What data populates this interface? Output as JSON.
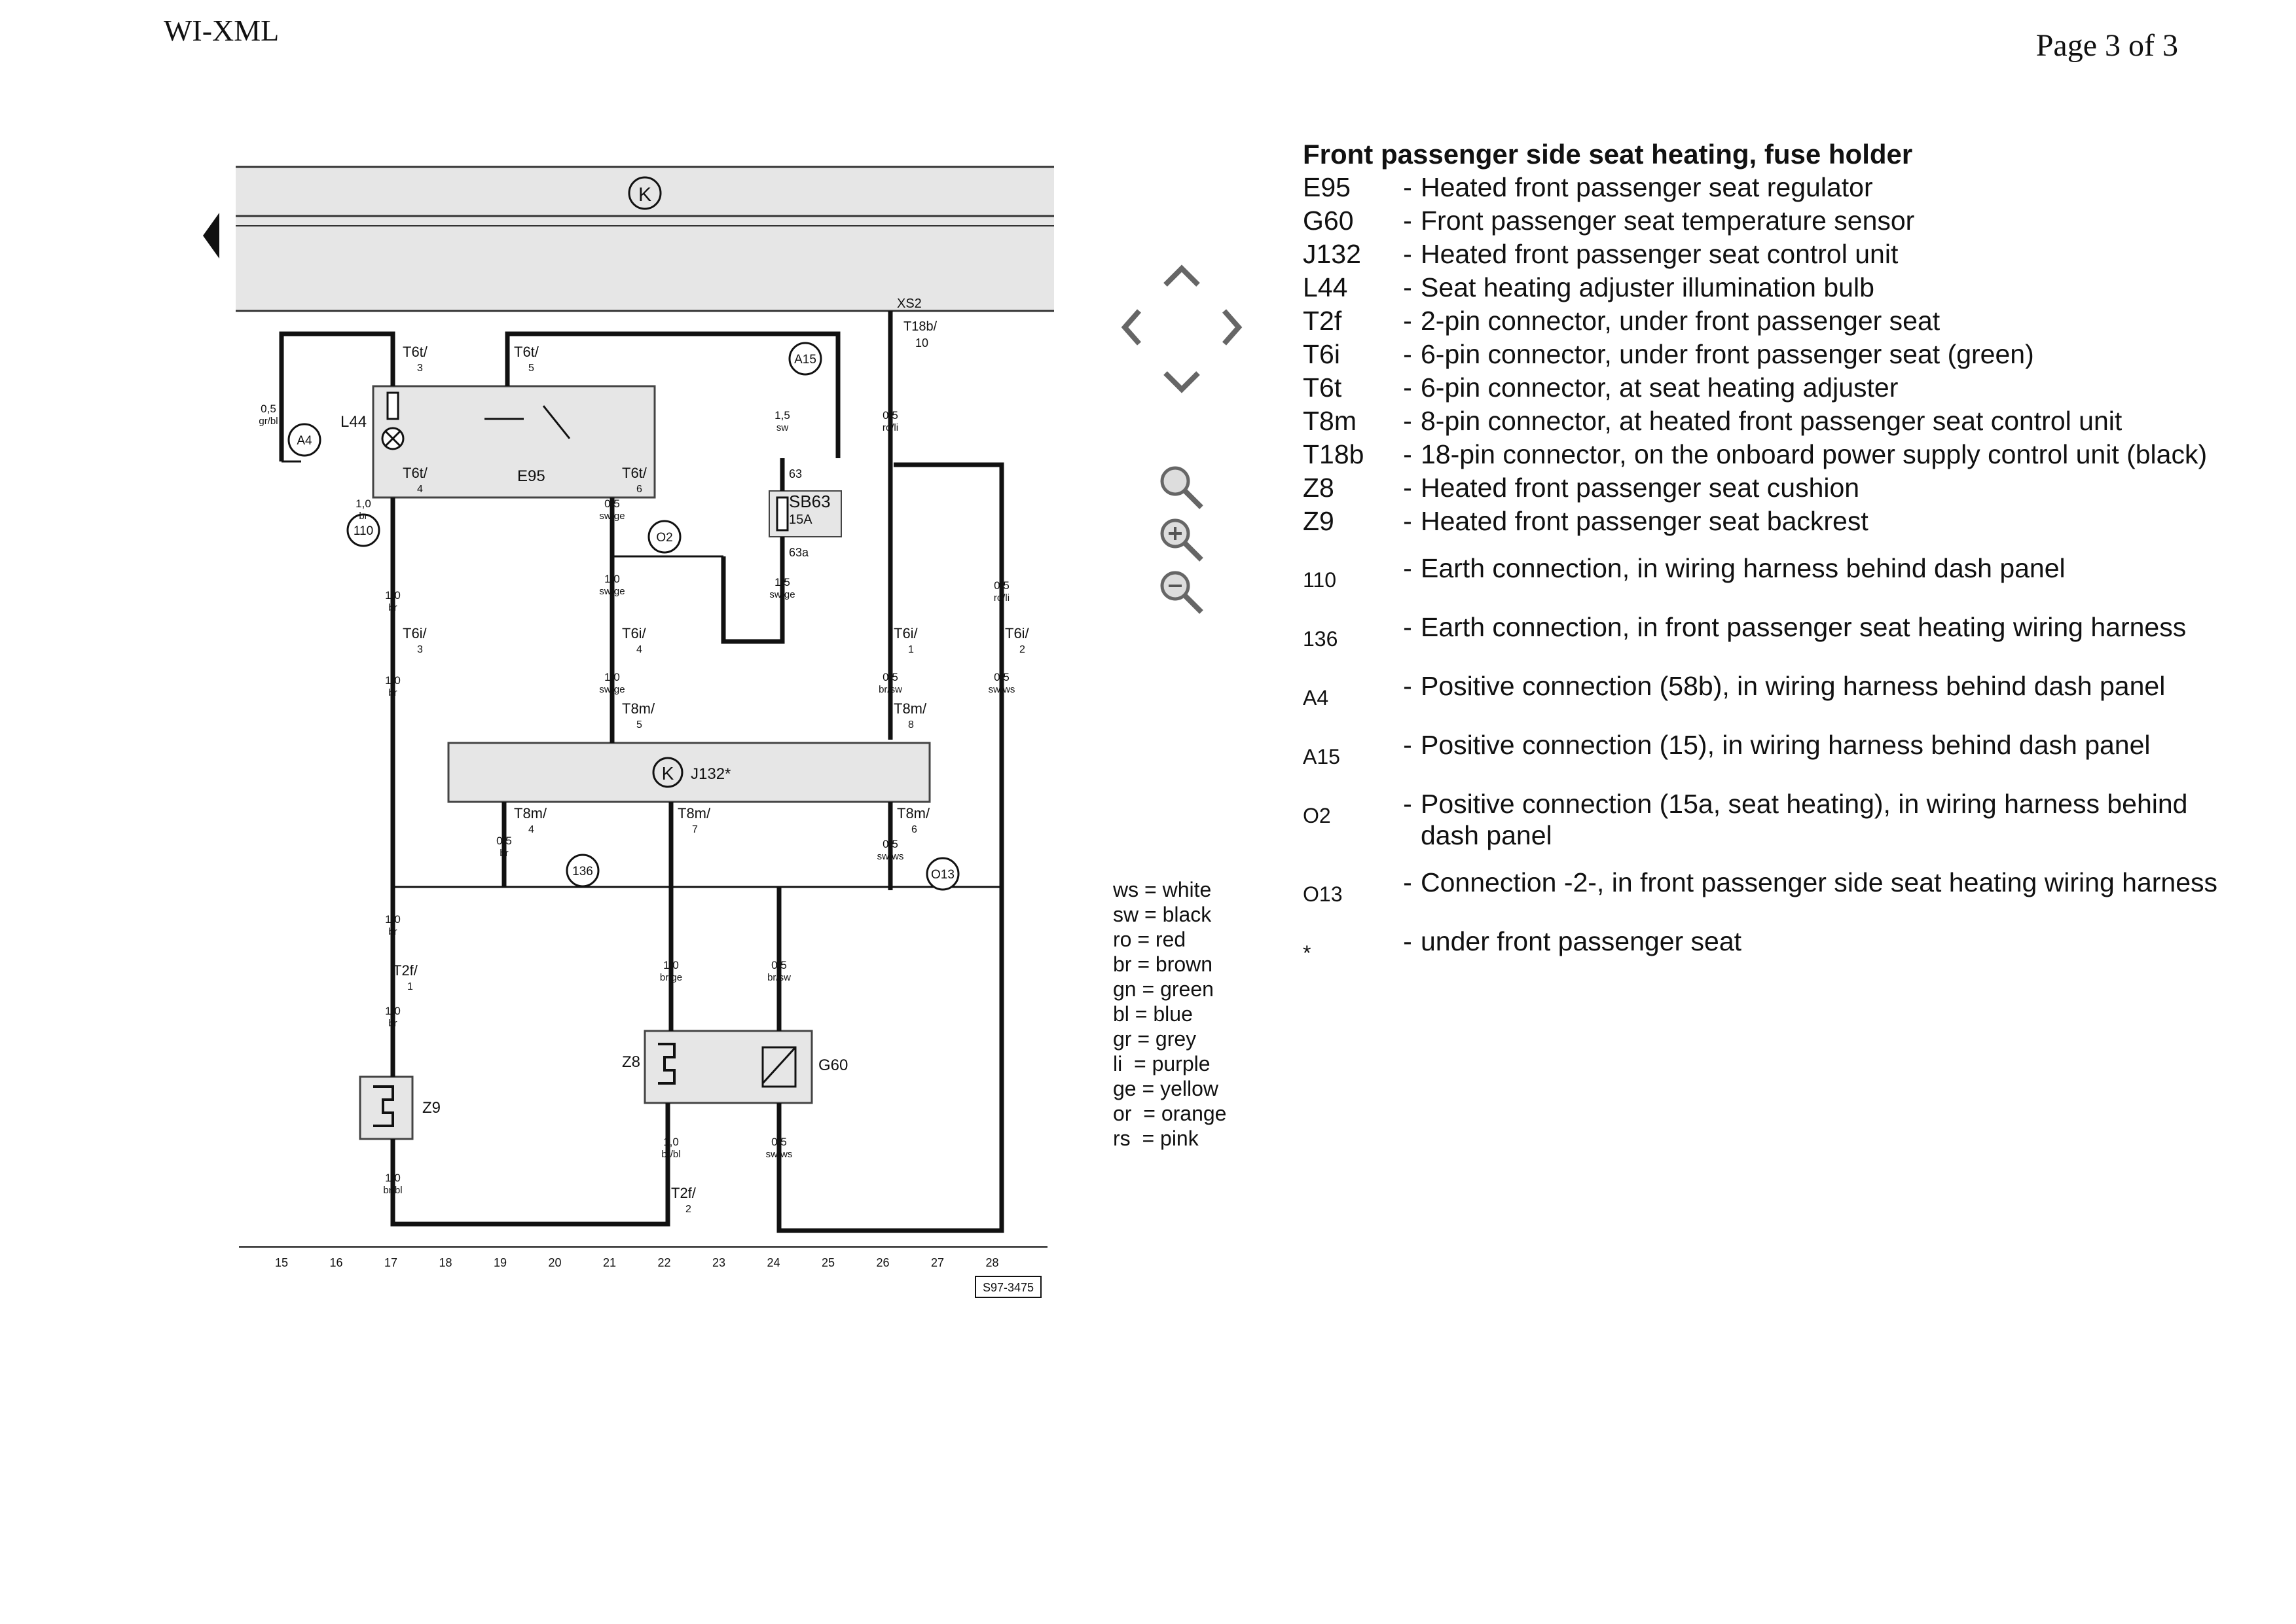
{
  "page": {
    "header_left": "WI-XML",
    "header_right": "Page 3 of 3"
  },
  "legend": {
    "title": "Front passenger side seat heating, fuse holder",
    "items": [
      {
        "code": "E95",
        "desc": "Heated front passenger seat regulator"
      },
      {
        "code": "G60",
        "desc": "Front passenger seat temperature sensor"
      },
      {
        "code": "J132",
        "desc": "Heated front passenger seat control unit"
      },
      {
        "code": "L44",
        "desc": "Seat heating adjuster illumination bulb"
      },
      {
        "code": "T2f",
        "desc": "2-pin connector, under front passenger seat"
      },
      {
        "code": "T6i",
        "desc": "6-pin connector, under front passenger seat (green)"
      },
      {
        "code": "T6t",
        "desc": "6-pin connector, at seat heating adjuster"
      },
      {
        "code": "T8m",
        "desc": "8-pin connector, at heated front passenger seat control unit"
      },
      {
        "code": "T18b",
        "desc": "18-pin connector, on the onboard power supply control unit (black)"
      },
      {
        "code": "Z8",
        "desc": "Heated front passenger seat cushion"
      },
      {
        "code": "Z9",
        "desc": "Heated front passenger seat backrest"
      },
      {
        "code": "110",
        "desc": "Earth connection, in wiring harness behind dash panel"
      },
      {
        "code": "136",
        "desc": "Earth connection, in front passenger seat heating wiring harness"
      },
      {
        "code": "A4",
        "desc": "Positive connection (58b), in wiring harness behind dash panel"
      },
      {
        "code": "A15",
        "desc": "Positive connection (15), in wiring harness behind dash panel"
      },
      {
        "code": "O2",
        "desc": "Positive connection (15a, seat heating), in wiring harness behind dash panel"
      },
      {
        "code": "O13",
        "desc": "Connection -2-, in front passenger side seat heating wiring harness"
      },
      {
        "code": "*",
        "desc": "under front passenger seat"
      }
    ]
  },
  "color_codes": [
    "ws = white",
    "sw = black",
    "ro = red",
    "br = brown",
    "gn = green",
    "bl = blue",
    "gr = grey",
    "li  = purple",
    "ge = yellow",
    "or  = orange",
    "rs  = pink"
  ],
  "nav_icons": [
    "chevron-up-icon",
    "chevron-left-icon",
    "chevron-right-icon",
    "chevron-down-icon",
    "zoom-icon",
    "zoom-in-icon",
    "zoom-out-icon"
  ],
  "diagram": {
    "bus_label": "K",
    "xs2_label": "XS2",
    "t18b_label": "T18b/",
    "t18b_pin": "10",
    "components": {
      "L44": "L44",
      "E95": "E95",
      "SB63": "SB63",
      "fuse_rating": "15A",
      "fuse_in": "63",
      "fuse_out": "63a",
      "J132": "J132*",
      "Z8": "Z8",
      "Z9": "Z9",
      "G60": "G60"
    },
    "connection_points": [
      "A4",
      "110",
      "O2",
      "A15",
      "136",
      "O13"
    ],
    "connectors": [
      {
        "label": "T6t/",
        "pin": "3"
      },
      {
        "label": "T6t/",
        "pin": "5"
      },
      {
        "label": "T6t/",
        "pin": "4"
      },
      {
        "label": "T6t/",
        "pin": "6"
      },
      {
        "label": "T6i/",
        "pin": "3"
      },
      {
        "label": "T6i/",
        "pin": "4"
      },
      {
        "label": "T6i/",
        "pin": "1"
      },
      {
        "label": "T6i/",
        "pin": "2"
      },
      {
        "label": "T8m/",
        "pin": "5"
      },
      {
        "label": "T8m/",
        "pin": "8"
      },
      {
        "label": "T8m/",
        "pin": "4"
      },
      {
        "label": "T8m/",
        "pin": "7"
      },
      {
        "label": "T8m/",
        "pin": "6"
      },
      {
        "label": "T2f/",
        "pin": "1"
      },
      {
        "label": "T2f/",
        "pin": "2"
      }
    ],
    "wires": [
      {
        "size": "0,5",
        "color": "gr/bl"
      },
      {
        "size": "1,0",
        "color": "br"
      },
      {
        "size": "1,0",
        "color": "br"
      },
      {
        "size": "1,0",
        "color": "br"
      },
      {
        "size": "0,5",
        "color": "sw/ge"
      },
      {
        "size": "1,0",
        "color": "sw/ge"
      },
      {
        "size": "1,0",
        "color": "sw/ge"
      },
      {
        "size": "1,5",
        "color": "sw"
      },
      {
        "size": "1,5",
        "color": "sw/ge"
      },
      {
        "size": "0,5",
        "color": "ro/li"
      },
      {
        "size": "0,5",
        "color": "br/sw"
      },
      {
        "size": "0,5",
        "color": "ro/li"
      },
      {
        "size": "0,5",
        "color": "sw/ws"
      },
      {
        "size": "0,5",
        "color": "br"
      },
      {
        "size": "0,5",
        "color": "sw/ws"
      },
      {
        "size": "1,0",
        "color": "br"
      },
      {
        "size": "1,0",
        "color": "br"
      },
      {
        "size": "1,0",
        "color": "br/bl"
      },
      {
        "size": "1,0",
        "color": "br/ge"
      },
      {
        "size": "0,5",
        "color": "br/sw"
      },
      {
        "size": "1,0",
        "color": "br/bl"
      },
      {
        "size": "0,5",
        "color": "sw/ws"
      }
    ],
    "tracks": [
      "15",
      "16",
      "17",
      "18",
      "19",
      "20",
      "21",
      "22",
      "23",
      "24",
      "25",
      "26",
      "27",
      "28"
    ],
    "ref": "S97-3475"
  }
}
